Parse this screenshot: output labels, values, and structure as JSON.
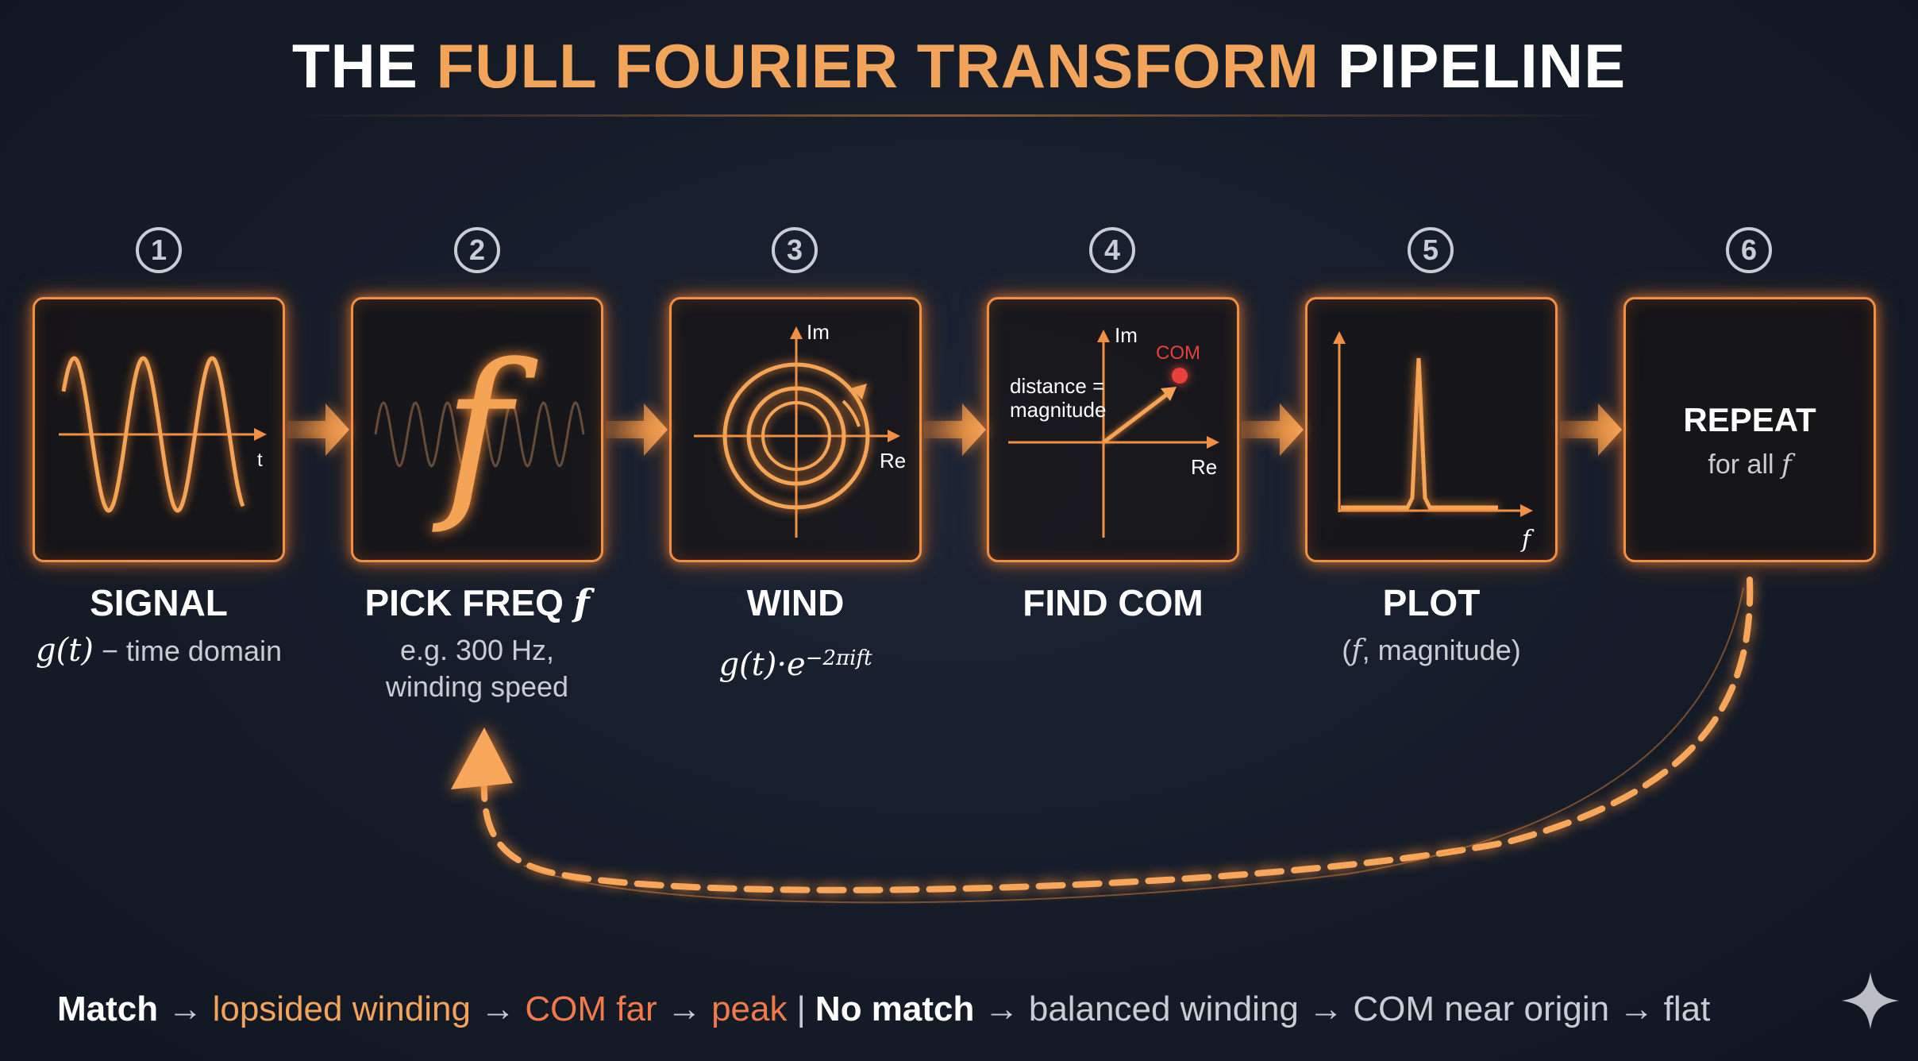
{
  "title": {
    "prefix": "THE",
    "highlight": "FULL FOURIER TRANSFORM",
    "suffix": "PIPELINE"
  },
  "steps": [
    {
      "number": "1",
      "label": "SIGNAL",
      "sub_math": "g(t)",
      "sub_text": " − time domain",
      "axis_label": "t"
    },
    {
      "number": "2",
      "label": "PICK FREQ ",
      "label_math": "f",
      "glyph": "f",
      "sub_line1": "e.g. 300 Hz,",
      "sub_line2": "winding speed"
    },
    {
      "number": "3",
      "label": "WIND",
      "sub_math": "g(t)·e",
      "sub_exponent": "−2πift",
      "axis_im": "Im",
      "axis_re": "Re"
    },
    {
      "number": "4",
      "label": "FIND COM",
      "axis_im": "Im",
      "axis_re": "Re",
      "com_label": "COM",
      "note_line1": "distance =",
      "note_line2": "magnitude"
    },
    {
      "number": "5",
      "label": "PLOT",
      "sub_open": "(",
      "sub_math": "f",
      "sub_text": ", magnitude)",
      "axis_label": "f"
    },
    {
      "number": "6",
      "box_title": "REPEAT",
      "box_sub_text": "for all ",
      "box_sub_math": "f"
    }
  ],
  "footer": {
    "match": "Match",
    "arrow": " → ",
    "lopsided": "lopsided winding",
    "com_far": "COM far",
    "peak": "peak",
    "divider": "|",
    "no_match": "No match",
    "balanced": "balanced winding",
    "com_near": "COM near origin",
    "flat": "flat"
  },
  "colors": {
    "background": "#151c28",
    "accent_orange": "#f29042",
    "accent_light": "#f2a45a",
    "com_dot": "#e8413a",
    "text_muted": "#c9ccd3"
  },
  "icons": [
    "circled-number-icon",
    "right-arrow-icon",
    "loop-back-arrow-icon",
    "sparkle-icon"
  ]
}
